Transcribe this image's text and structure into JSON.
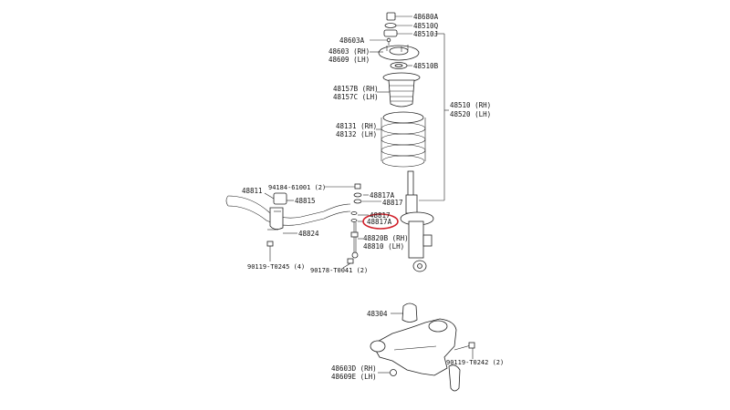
{
  "labels": {
    "l48680A": "48680A",
    "l48510Q": "48510Q",
    "l48510J": "48510J",
    "l48603A": "48603A",
    "l48603RH": "48603 (RH)",
    "l48609LH": "48609 (LH)",
    "l48510B": "48510B",
    "l48157B": "48157B (RH)",
    "l48157C": "48157C (LH)",
    "l48510RH": "48510 (RH)",
    "l48520LH": "48520 (LH)",
    "l48131": "48131 (RH)",
    "l48132": "48132 (LH)",
    "l94184": "94184-61001 (2)",
    "l48817A_top": "48817A",
    "l48817_top": "48817",
    "l48811": "48811",
    "l48815": "48815",
    "l48817_mid": "48817",
    "l48817A_hl": "48817A",
    "l48824": "48824",
    "l48820B": "48820B (RH)",
    "l48810": "48810 (LH)",
    "l90119a": "90119-T0245 (4)",
    "l90178": "90178-T0041 (2)",
    "l48304": "48304",
    "l90119b": "90119-T0242 (2)",
    "l48603D": "48603D (RH)",
    "l48609E": "48609E (LH)"
  },
  "colors": {
    "highlight": "#d0202a",
    "line": "#222222"
  }
}
